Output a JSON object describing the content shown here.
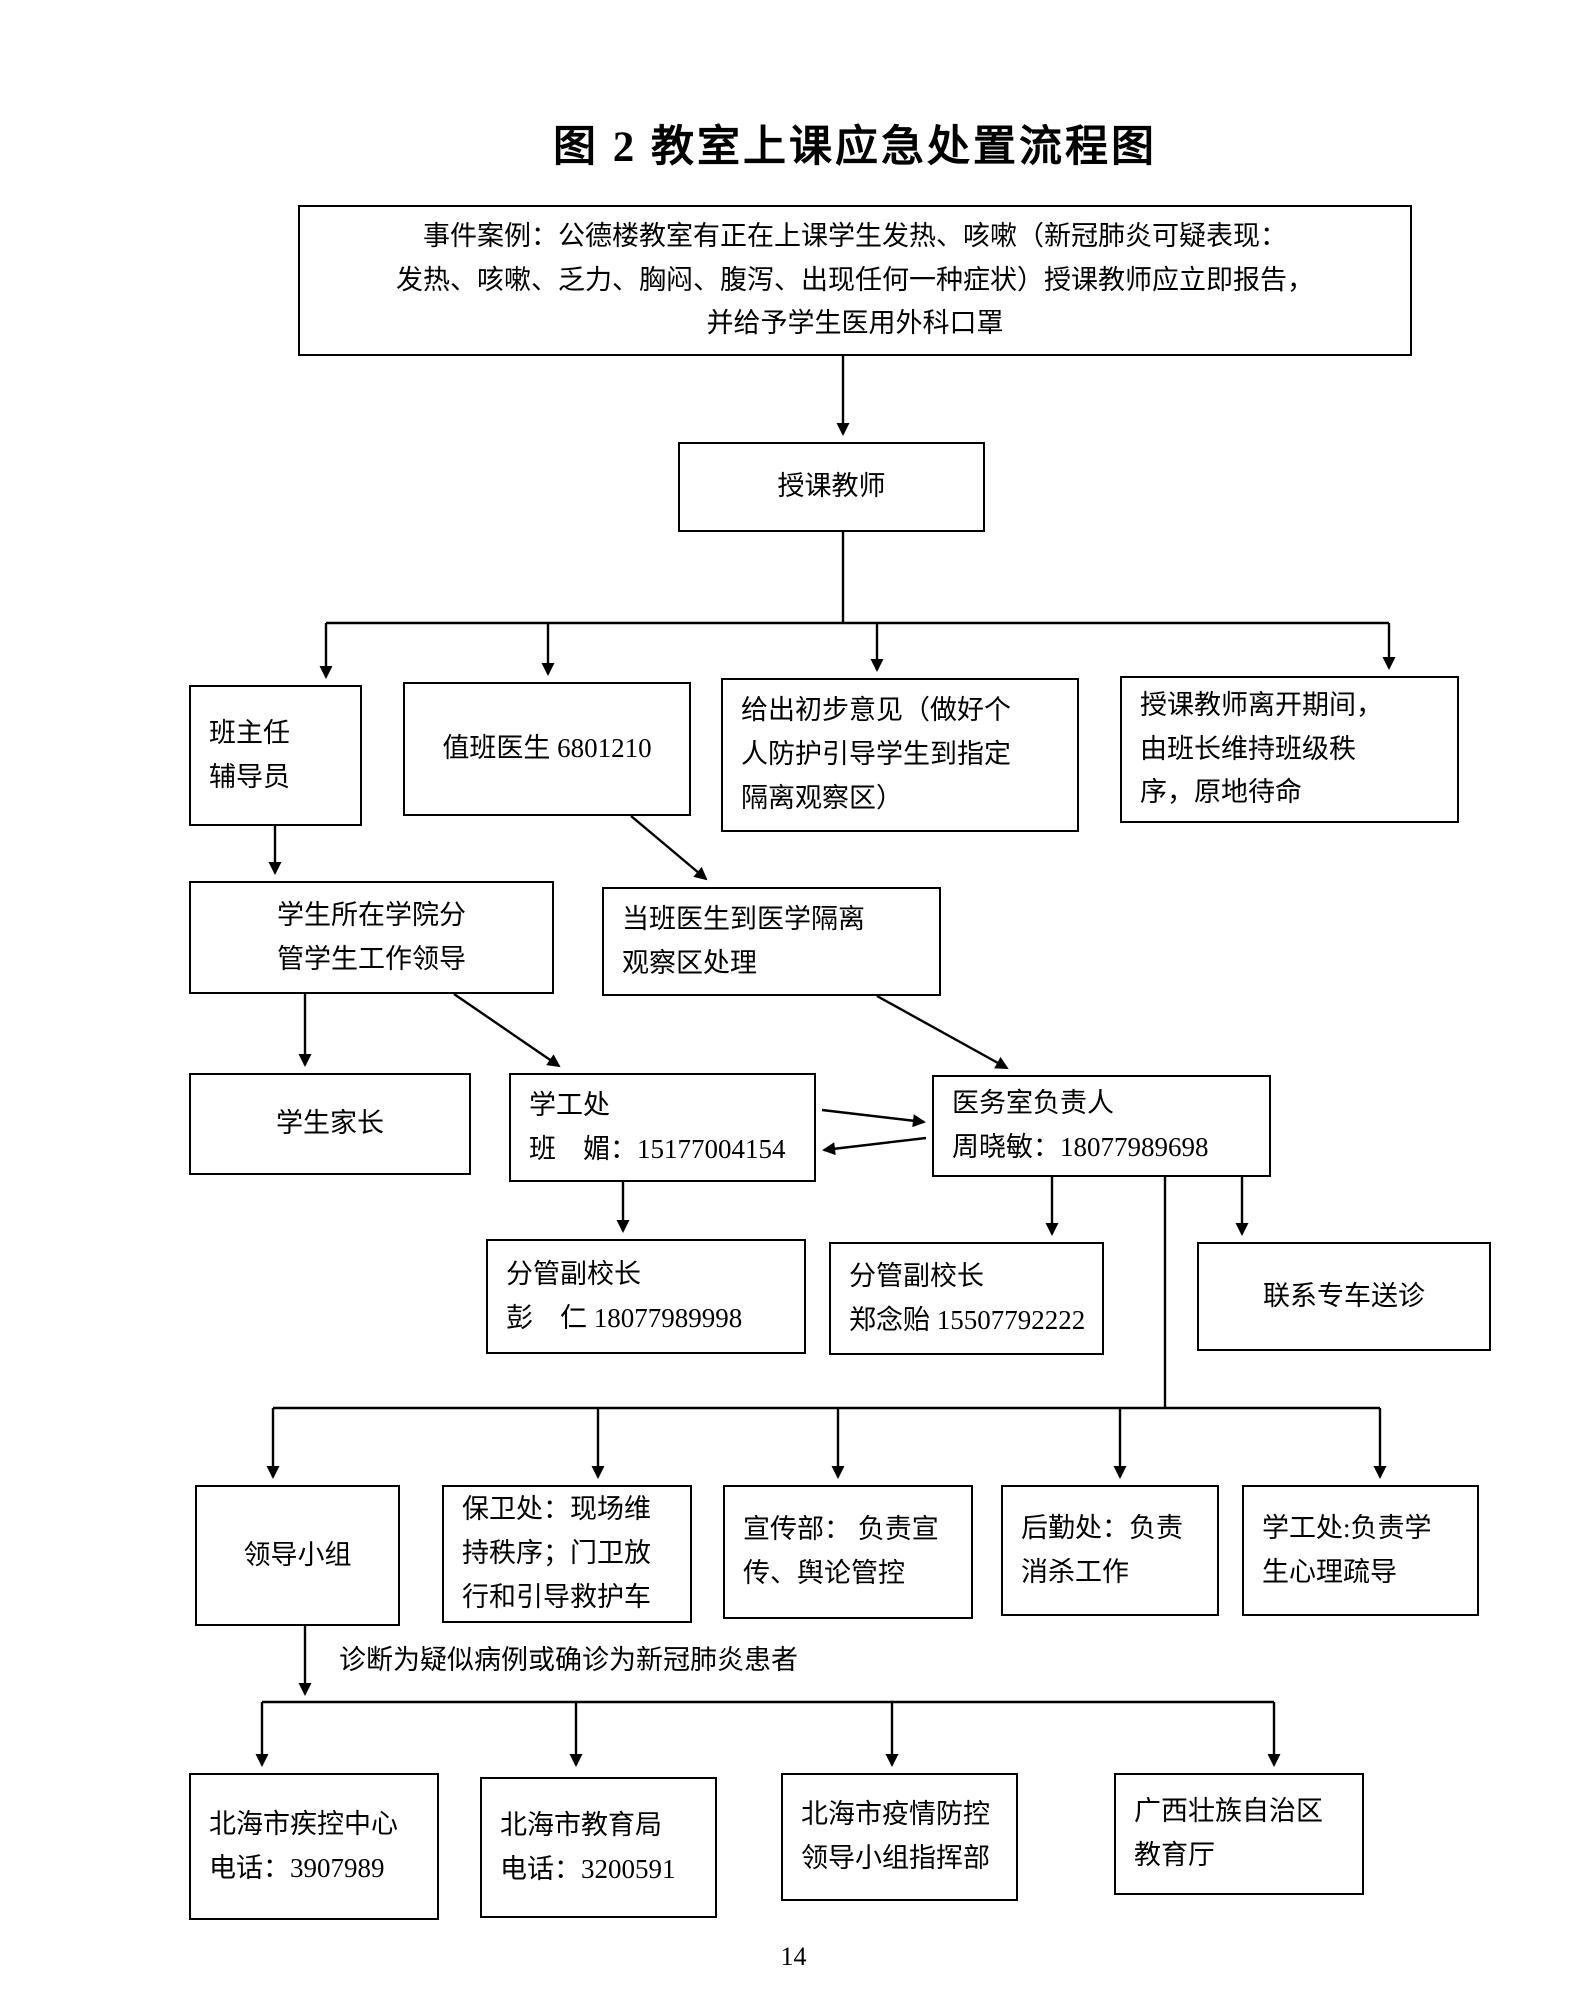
{
  "page": {
    "title": "图 2 教室上课应急处置流程图",
    "page_number": "14",
    "colors": {
      "ink": "#000000",
      "background": "#ffffff"
    }
  },
  "labels": {
    "diagnosis": "诊断为疑似病例或确诊为新冠肺炎患者"
  },
  "nodes": {
    "case": {
      "text": "事件案例：公德楼教室有正在上课学生发热、咳嗽（新冠肺炎可疑表现：\n发热、咳嗽、乏力、胸闷、腹泻、出现任何一种症状）授课教师应立即报告，\n并给予学生医用外科口罩"
    },
    "teacher": {
      "text": "授课教师"
    },
    "head_teacher": {
      "text": "班主任\n辅导员"
    },
    "duty_doctor": {
      "text": "值班医生 6801210"
    },
    "initial_opinion": {
      "text": "给出初步意见（做好个\n人防护引导学生到指定\n隔离观察区）"
    },
    "class_monitor": {
      "text": "授课教师离开期间，\n由班长维持班级秩\n序，原地待命"
    },
    "college_leader": {
      "text": "学生所在学院分\n管学生工作领导"
    },
    "doctor_isolation": {
      "text": "当班医生到医学隔离\n观察区处理"
    },
    "parents": {
      "text": "学生家长"
    },
    "student_affairs": {
      "text": "学工处\n班　媚：15177004154"
    },
    "clinic_head": {
      "text": "医务室负责人\n周晓敏：18077989698"
    },
    "vp_peng": {
      "text": "分管副校长\n彭　仁 18077989998"
    },
    "vp_zheng": {
      "text": "分管副校长\n郑念贻 15507792222"
    },
    "transport": {
      "text": "联系专车送诊"
    },
    "leading_group": {
      "text": "领导小组"
    },
    "security": {
      "text": "保卫处：现场维\n持秩序；门卫放\n行和引导救护车"
    },
    "publicity": {
      "text": "宣传部： 负责宣\n传、舆论管控"
    },
    "logistics": {
      "text": "后勤处：负责\n消杀工作"
    },
    "psych_support": {
      "text": "学工处:负责学\n生心理疏导"
    },
    "cdc": {
      "text": "北海市疾控中心\n电话：3907989"
    },
    "edu_bureau": {
      "text": "北海市教育局\n电话：3200591"
    },
    "epidemic_hq": {
      "text": "北海市疫情防控\n领导小组指挥部"
    },
    "edu_dept": {
      "text": "广西壮族自治区\n教育厅"
    }
  }
}
